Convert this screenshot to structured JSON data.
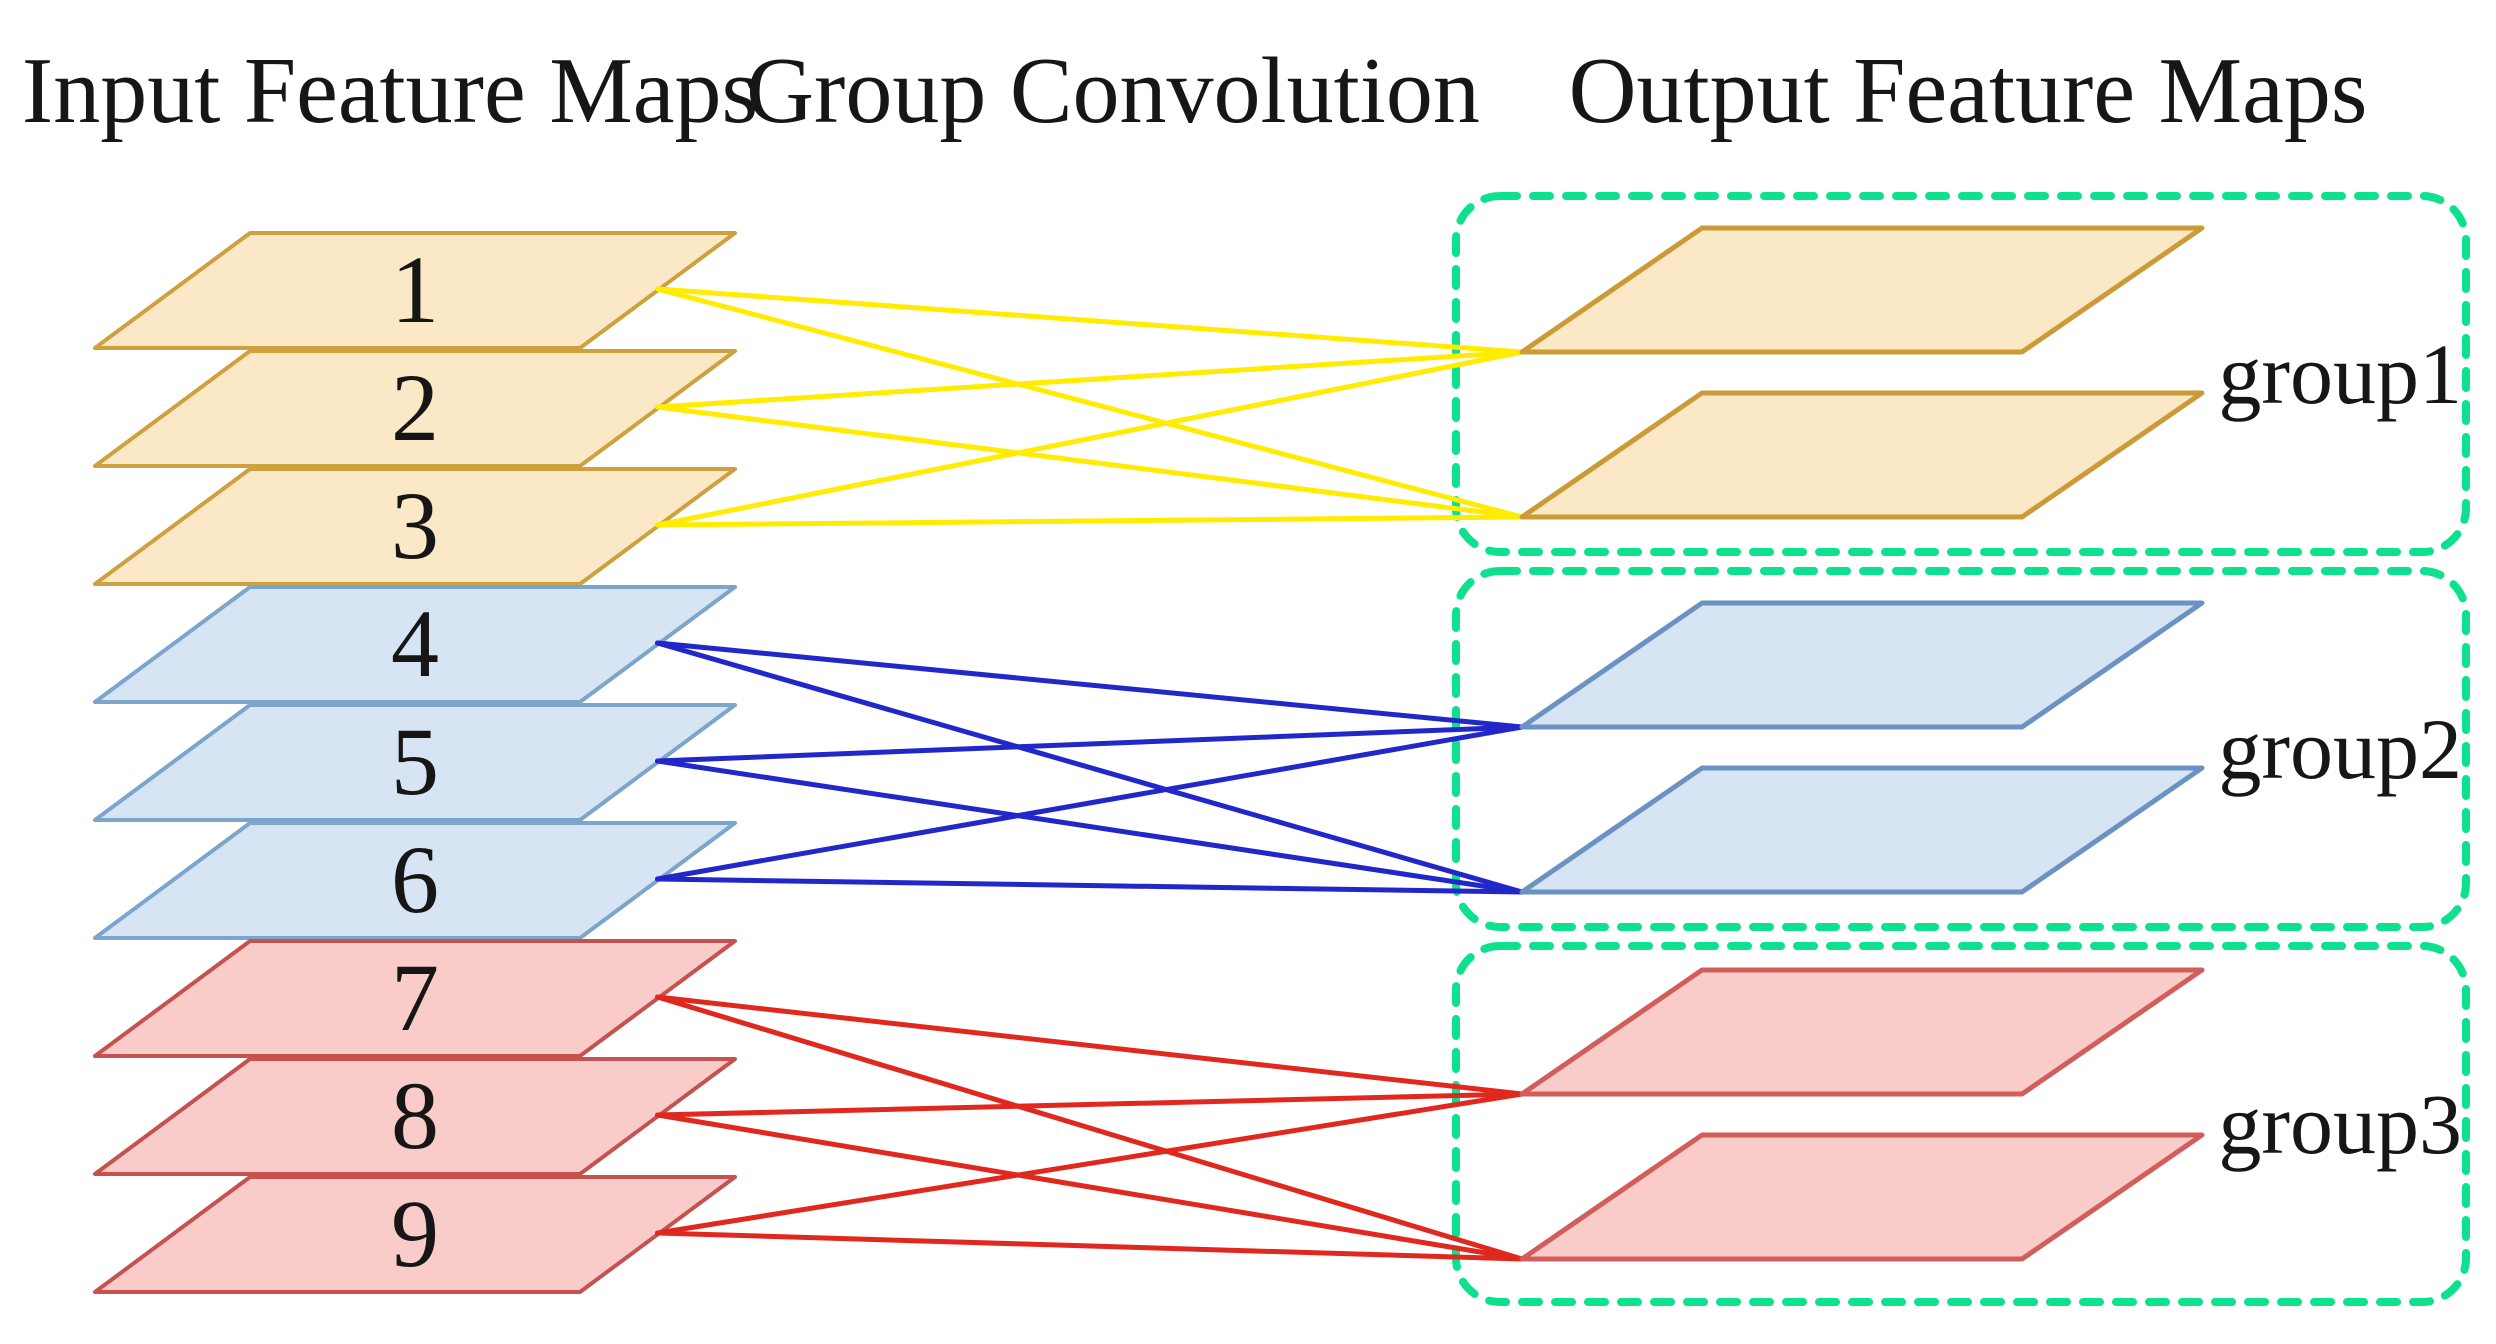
{
  "diagram": {
    "titles": [
      {
        "text": "Input Feature Maps"
      },
      {
        "text": "Group Convolution"
      },
      {
        "text": "Output Feature Maps"
      }
    ],
    "groups": [
      {
        "label": "group1",
        "color_key": "gold",
        "inputs": [
          "1",
          "2",
          "3"
        ],
        "output_count": 2
      },
      {
        "label": "group2",
        "color_key": "blue",
        "inputs": [
          "4",
          "5",
          "6"
        ],
        "output_count": 2
      },
      {
        "label": "group3",
        "color_key": "red",
        "inputs": [
          "7",
          "8",
          "9"
        ],
        "output_count": 2
      }
    ],
    "colors": {
      "gold": {
        "fill": "#FAE8C6",
        "input_stroke": "#CFA03E",
        "output_stroke": "#CC9B38",
        "line": "#FFEC00"
      },
      "blue": {
        "fill": "#D7E4F3",
        "input_stroke": "#7CA5CC",
        "output_stroke": "#6A92C2",
        "line": "#2127C9"
      },
      "red": {
        "fill": "#FACCC9",
        "input_stroke": "#C5524E",
        "output_stroke": "#D15E5A",
        "line": "#E0281F"
      },
      "group_box_dash": "#0EE18E",
      "text": "#161616",
      "background": "#FFFFFF"
    }
  }
}
